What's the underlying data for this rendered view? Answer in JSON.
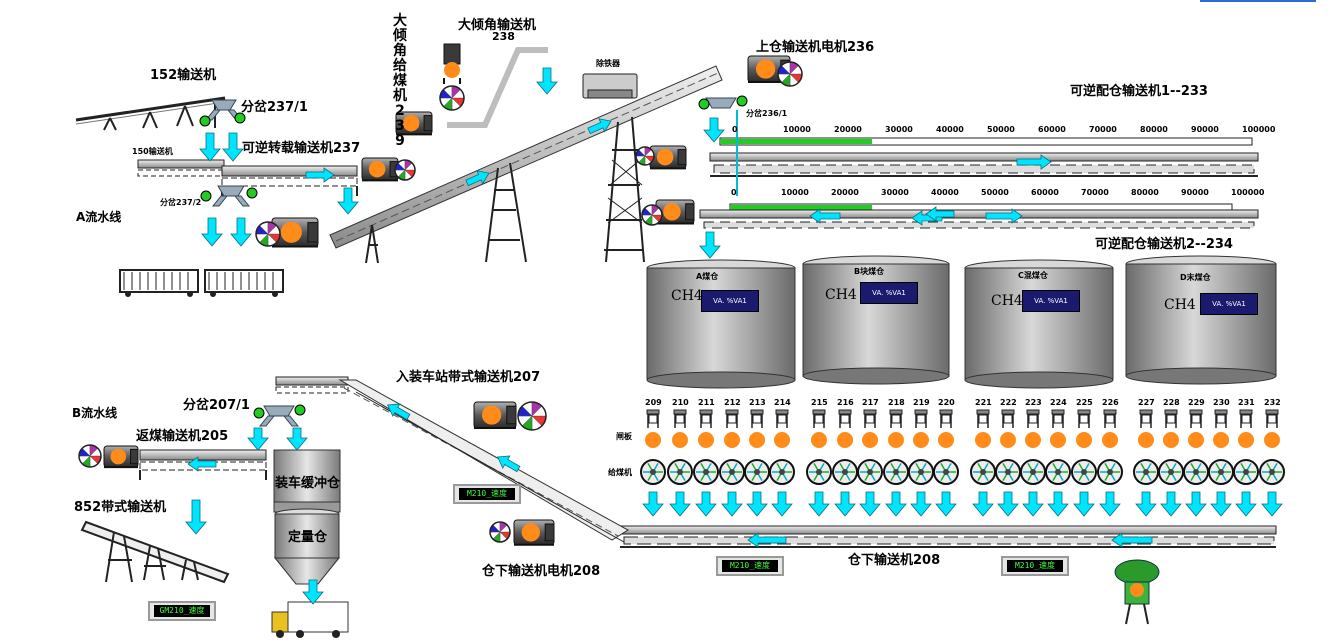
{
  "labels": {
    "c152": "152输送机",
    "fencha2371": "分岔237/1",
    "c237": "可逆转载输送机237",
    "c150": "150输送机",
    "fencha2372": "分岔237/2",
    "lineA": "A流水线",
    "dqj_v": "大倾角给煤机239",
    "dqj238": "大倾角输送机",
    "n238": "238",
    "chutieqi": "除铁器",
    "motor236": "上仓输送机电机236",
    "fencha2361": "分岔236/1",
    "c233": "可逆配仓输送机1--233",
    "c234": "可逆配仓输送机2--234",
    "c207": "入装车站带式输送机207",
    "fencha2071": "分岔207/1",
    "lineB": "B流水线",
    "c205": "返煤输送机205",
    "c852": "852带式输送机",
    "buffer": "装车缓冲仓",
    "dingliang": "定量仓",
    "motor208": "仓下输送机电机208",
    "c208": "仓下输送机208",
    "zhaban": "闸板",
    "geimeiji": "给煤机"
  },
  "scale1": [
    "0",
    "10000",
    "20000",
    "30000",
    "40000",
    "50000",
    "60000",
    "70000",
    "80000",
    "90000",
    "100000"
  ],
  "scale2": [
    "0",
    "10000",
    "20000",
    "30000",
    "40000",
    "50000",
    "60000",
    "70000",
    "80000",
    "90000",
    "100000"
  ],
  "silos": [
    {
      "name": "A煤仓",
      "ch4": "CH4",
      "va": "VA. %VA1"
    },
    {
      "name": "B块煤仓",
      "ch4": "CH4",
      "va": "VA. %VA1"
    },
    {
      "name": "C混煤仓",
      "ch4": "CH4",
      "va": "VA. %VA1"
    },
    {
      "name": "D末煤仓",
      "ch4": "CH4",
      "va": "VA. %VA1"
    }
  ],
  "feeders": [
    "209",
    "210",
    "211",
    "212",
    "213",
    "214",
    "215",
    "216",
    "217",
    "218",
    "219",
    "220",
    "221",
    "222",
    "223",
    "224",
    "225",
    "226",
    "227",
    "228",
    "229",
    "230",
    "231",
    "232"
  ],
  "speeds": [
    "M210_速度",
    "M210_速度",
    "M210_速度",
    "GM210_速度"
  ],
  "colors": {
    "conveyor": "#c8c8c8",
    "arrow": "#00e5ff",
    "motor": "#ff8c1a",
    "silo": "#9a9a9a",
    "green": "#22cc22"
  }
}
